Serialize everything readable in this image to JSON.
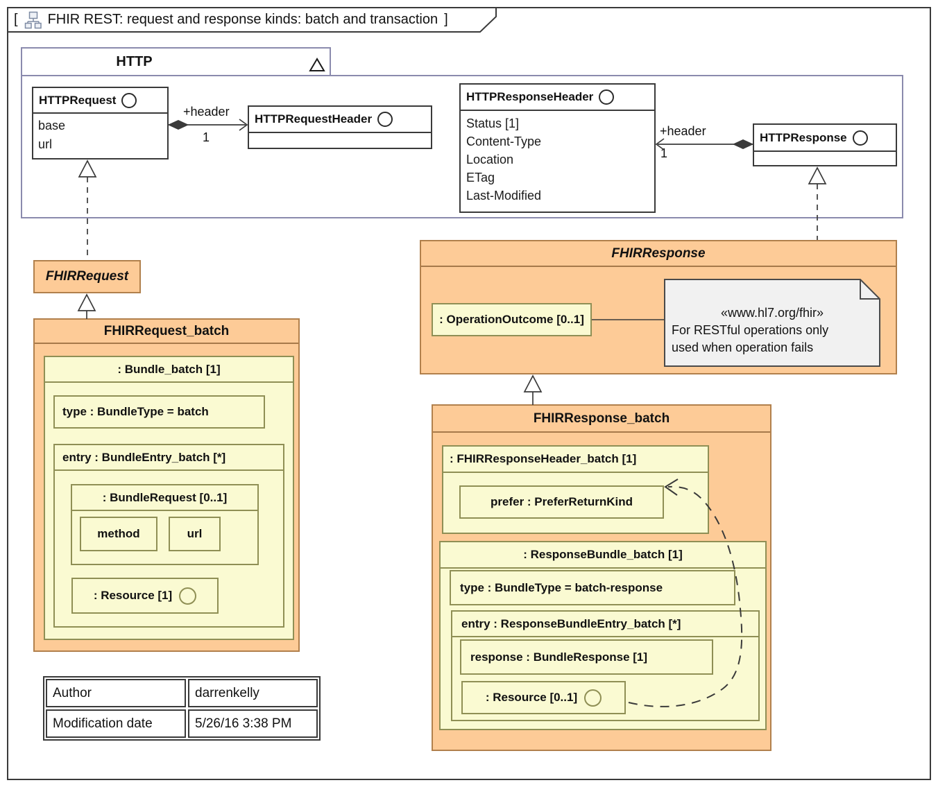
{
  "frame": {
    "bracket_open": "[",
    "bracket_close": "]",
    "title": "FHIR REST: request and response kinds: batch and transaction"
  },
  "colors": {
    "orange_fill": "#FDCB97",
    "orange_border": "#B1804C",
    "yellow_fill": "#FAFAD2",
    "yellow_border": "#8F8F55",
    "package_border": "#8A8AAD",
    "note_fill": "#F1F1F1",
    "line": "#3A3A3A"
  },
  "http_package": {
    "name": "HTTP",
    "http_request": {
      "name": "HTTPRequest",
      "attributes": [
        "base",
        "url"
      ]
    },
    "http_request_header": {
      "name": "HTTPRequestHeader"
    },
    "http_response_header": {
      "name": "HTTPResponseHeader",
      "attributes": [
        "Status [1]",
        "Content-Type",
        "Location",
        "ETag",
        "Last-Modified"
      ]
    },
    "http_response": {
      "name": "HTTPResponse"
    },
    "assoc_request_header": {
      "role": "+header",
      "multiplicity": "1"
    },
    "assoc_response_header": {
      "role": "+header",
      "multiplicity": "1"
    }
  },
  "fhir_request": {
    "name": "FHIRRequest"
  },
  "fhir_request_batch": {
    "name": "FHIRRequest_batch",
    "bundle": {
      "title": ": Bundle_batch [1]",
      "type": "type : BundleType = batch",
      "entry": {
        "title": "entry : BundleEntry_batch [*]",
        "bundle_request": {
          "title": ": BundleRequest [0..1]",
          "method": "method",
          "url": "url"
        },
        "resource": ": Resource [1]"
      }
    }
  },
  "fhir_response": {
    "name": "FHIRResponse",
    "operation_outcome": ": OperationOutcome [0..1]",
    "note": {
      "stereotype": "«www.hl7.org/fhir»",
      "line1": "For RESTful operations only",
      "line2": "used when operation fails"
    }
  },
  "fhir_response_batch": {
    "name": "FHIRResponse_batch",
    "header": {
      "title": ": FHIRResponseHeader_batch [1]",
      "prefer": "prefer : PreferReturnKind"
    },
    "bundle": {
      "title": ": ResponseBundle_batch [1]",
      "type": "type : BundleType = batch-response",
      "entry": {
        "title": "entry : ResponseBundleEntry_batch [*]",
        "response": "response : BundleResponse [1]",
        "resource": ": Resource [0..1]"
      }
    }
  },
  "info_table": {
    "rows": [
      {
        "label": "Author",
        "value": "darrenkelly"
      },
      {
        "label": "Modification date",
        "value": "5/26/16 3:38 PM"
      }
    ]
  }
}
